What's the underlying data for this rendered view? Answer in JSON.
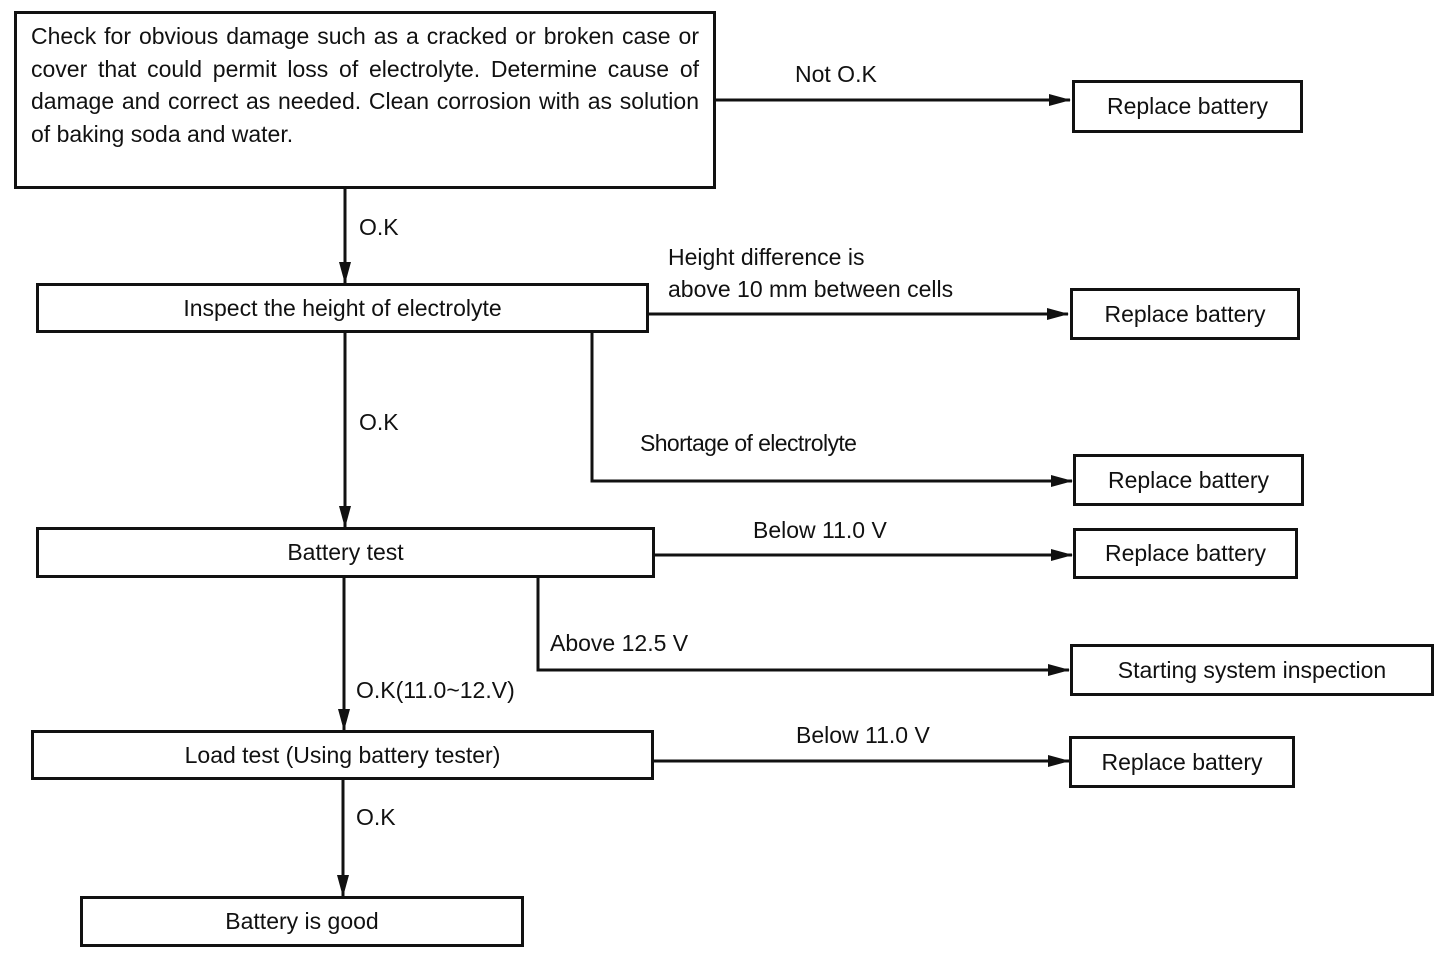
{
  "flowchart": {
    "start": "Check for obvious damage such as a cracked or broken case or cover that could permit loss of electrolyte. Determine cause of damage and correct as needed. Clean corrosion with as solution of baking soda and water.",
    "steps": {
      "inspect_height": "Inspect the height of electrolyte",
      "battery_test": "Battery test",
      "load_test": "Load test (Using battery tester)",
      "good": "Battery is good"
    },
    "outcomes": {
      "replace_1": "Replace battery",
      "replace_2": "Replace battery",
      "replace_3": "Replace battery",
      "replace_4": "Replace battery",
      "starting_inspection": "Starting system inspection",
      "replace_5": "Replace battery"
    },
    "edge_labels": {
      "not_ok": "Not O.K",
      "ok_1": "O.K",
      "height_diff_line1": "Height difference is",
      "height_diff_line2": "above 10 mm between cells",
      "ok_2": "O.K",
      "shortage": "Shortage of electrolyte",
      "below_11_a": "Below 11.0 V",
      "above_12_5": "Above 12.5 V",
      "ok_range": "O.K(11.0~12.V)",
      "below_11_b": "Below 11.0 V",
      "ok_3": "O.K"
    }
  }
}
